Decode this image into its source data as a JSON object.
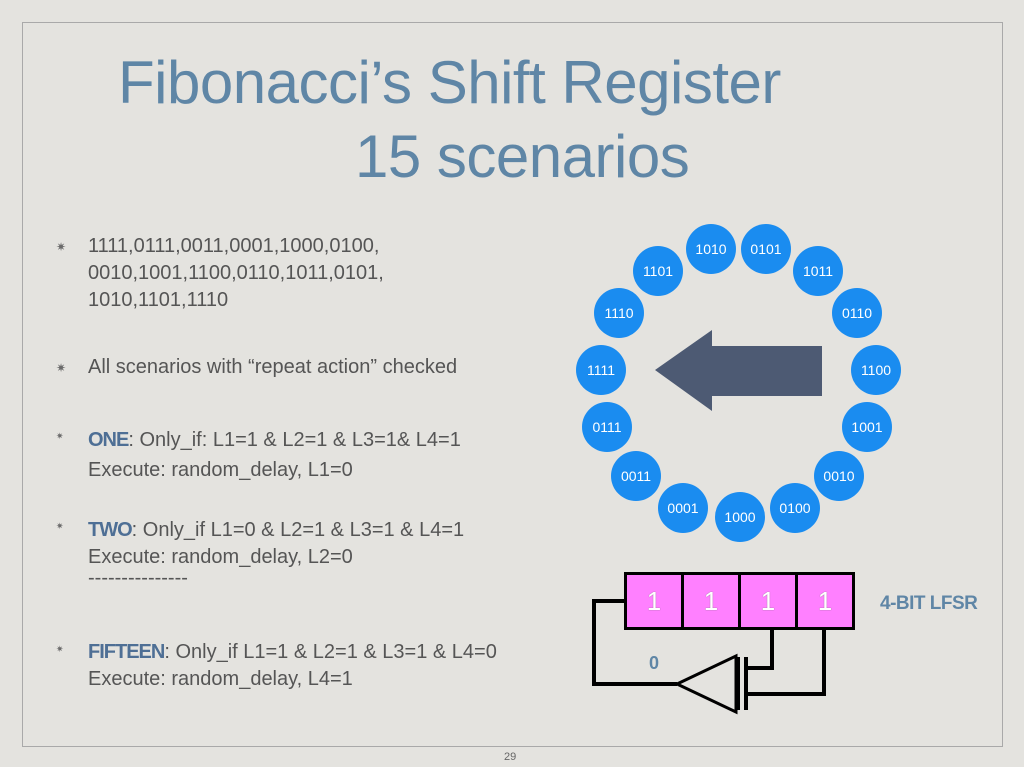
{
  "title_line1": "Fibonacci’s Shift Register",
  "title_line2": "15 scenarios",
  "bullets": {
    "sequence": [
      "1111,0111,0011,0001,1000,0100,",
      "0010,1001,1100,0110,1011,0101,",
      "1010,1101,1110"
    ],
    "repeat": "All scenarios with “repeat action” checked",
    "one": {
      "kw": "ONE",
      "cond": ":  Only_if: L1=1 & L2=1 & L3=1& L4=1",
      "exec": "Execute: random_delay, L1=0"
    },
    "two": {
      "kw": "TWO",
      "cond": ": Only_if L1=0 & L2=1 & L3=1 & L4=1",
      "exec": "Execute: random_delay, L2=0",
      "sep": "---------------"
    },
    "fifteen": {
      "kw": "FIFTEEN",
      "cond": ": Only_if L1=1 & L2=1 & L3=1 & L4=0",
      "exec": "Execute: random_delay, L4=1"
    }
  },
  "cycle_states": [
    "1010",
    "0101",
    "1011",
    "0110",
    "1100",
    "1001",
    "0010",
    "0100",
    "1000",
    "0001",
    "0011",
    "0111",
    "1111",
    "1110",
    "1101"
  ],
  "register": {
    "bits": [
      "1",
      "1",
      "1",
      "1"
    ],
    "label": "4-BIT LFSR",
    "feedback_value": "0"
  },
  "page_number": "29",
  "colors": {
    "title": "#5f86a6",
    "node": "#1a8cf0",
    "cell": "#ff80ff",
    "arrow": "#4d5a73"
  }
}
